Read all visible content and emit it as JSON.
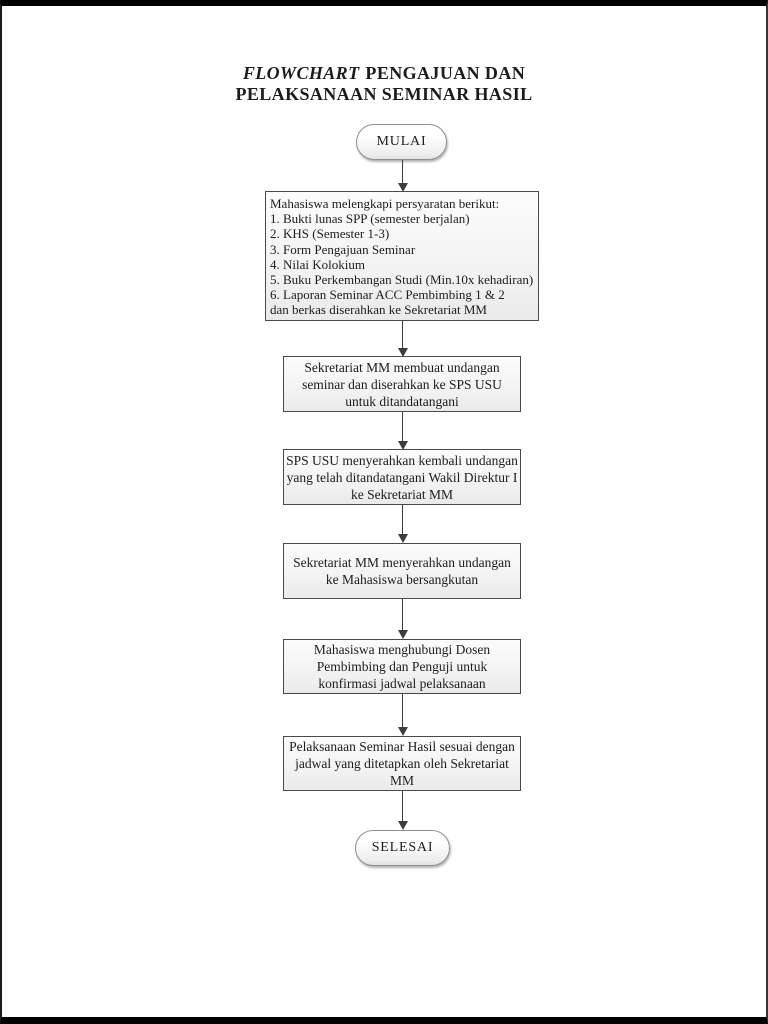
{
  "title": {
    "italic": "FLOWCHART",
    "rest": "PENGAJUAN DAN",
    "line2": "PELAKSANAAN SEMINAR HASIL"
  },
  "flowchart": {
    "start_label": "MULAI",
    "end_label": "SELESAI",
    "steps": [
      {
        "name": "requirements",
        "lines": [
          "Mahasiswa melengkapi persyaratan berikut:",
          "1. Bukti lunas SPP (semester berjalan)",
          "2. KHS (Semester 1-3)",
          "3. Form Pengajuan Seminar",
          "4. Nilai Kolokium",
          "5. Buku Perkembangan Studi (Min.10x kehadiran)",
          "6. Laporan Seminar ACC Pembimbing 1 & 2",
          "dan berkas diserahkan ke Sekretariat MM"
        ]
      },
      {
        "name": "create-invitation",
        "lines": [
          "Sekretariat MM membuat undangan",
          "seminar dan diserahkan ke SPS USU",
          "untuk ditandatangani"
        ]
      },
      {
        "name": "return-invitation",
        "lines": [
          "SPS USU menyerahkan kembali undangan",
          "yang telah ditandatangani Wakil Direktur I",
          "ke Sekretariat MM"
        ]
      },
      {
        "name": "deliver-invitation",
        "lines": [
          "Sekretariat MM menyerahkan undangan",
          "ke Mahasiswa bersangkutan"
        ]
      },
      {
        "name": "confirm-schedule",
        "lines": [
          "Mahasiswa menghubungi Dosen",
          "Pembimbing dan Penguji untuk",
          "konfirmasi jadwal pelaksanaan"
        ]
      },
      {
        "name": "seminar-execution",
        "lines": [
          "Pelaksanaan Seminar Hasil sesuai dengan",
          "jadwal yang ditetapkan oleh Sekretariat MM"
        ]
      }
    ]
  },
  "colors": {
    "page_border": "#000000",
    "box_border": "#4a4a4a",
    "box_fill_top": "#fcfcfc",
    "box_fill_bottom": "#eaeaea",
    "arrow": "#3d3d3d",
    "text": "#1c1c1c"
  }
}
